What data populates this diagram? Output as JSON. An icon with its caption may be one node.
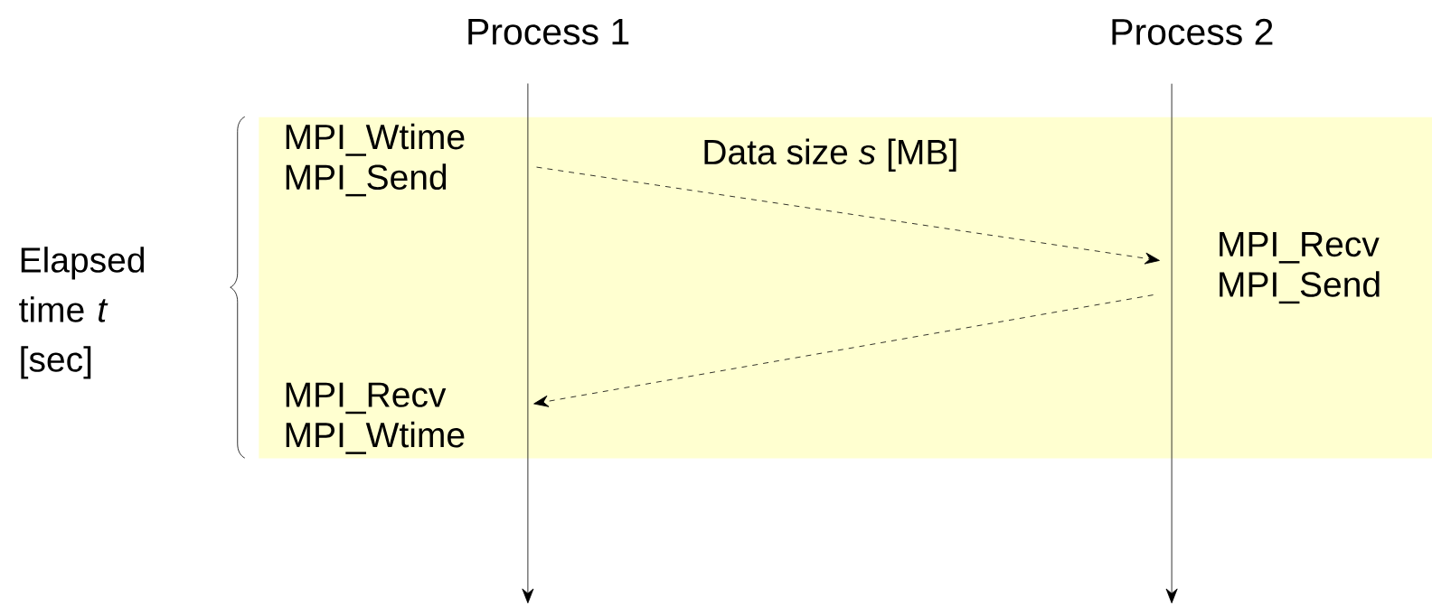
{
  "diagram": {
    "nodes": [
      {
        "text": [
          "Process 1"
        ]
      },
      {
        "text": [
          "Process 2"
        ]
      },
      {
        "text": [],
        "shape": "box"
      },
      {
        "text": [
          "MPI_Wtime",
          "MPI_Send"
        ],
        "in": 2
      },
      {
        "text": [
          "MPI_Recv",
          "MPI_Send"
        ],
        "in": 2
      },
      {
        "text": [
          "MPI_Recv",
          "MPI_Wtime"
        ],
        "in": 2
      }
    ],
    "edges": [
      {
        "from": 0,
        "to": null,
        "arrow": "to"
      },
      {
        "from": 1,
        "to": null,
        "arrow": "to"
      },
      {
        "from": 3,
        "to": 4,
        "arrow": "to",
        "style": "dashed",
        "label": "Data size *s* [MB]"
      },
      {
        "from": 4,
        "to": 5,
        "arrow": "to",
        "style": "dashed"
      }
    ],
    "labels": [
      "Elapsed time *t* [sec]"
    ]
  }
}
